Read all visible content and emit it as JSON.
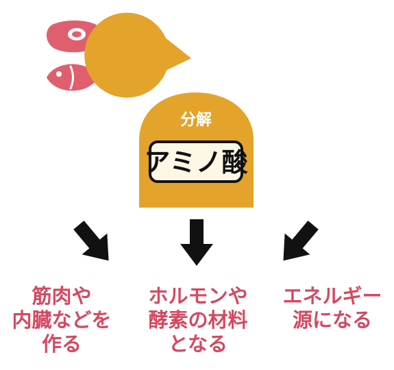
{
  "figure": {
    "foods": [
      {
        "icon": "meat-icon"
      },
      {
        "icon": "fish-icon"
      }
    ],
    "person": {
      "process_label": "分解",
      "result_label": "アミノ酸"
    },
    "outcomes": [
      {
        "lines": [
          "筋肉や",
          "内臓などを",
          "作る"
        ]
      },
      {
        "lines": [
          "ホルモンや",
          "酵素の材料",
          "となる"
        ]
      },
      {
        "lines": [
          "エネルギー",
          "源になる"
        ]
      }
    ]
  },
  "colors": {
    "person": "#e4a32b",
    "food": "#e05f6e",
    "label": "#d64860",
    "arrow": "#111111",
    "box_fill": "#fdf7e6"
  }
}
